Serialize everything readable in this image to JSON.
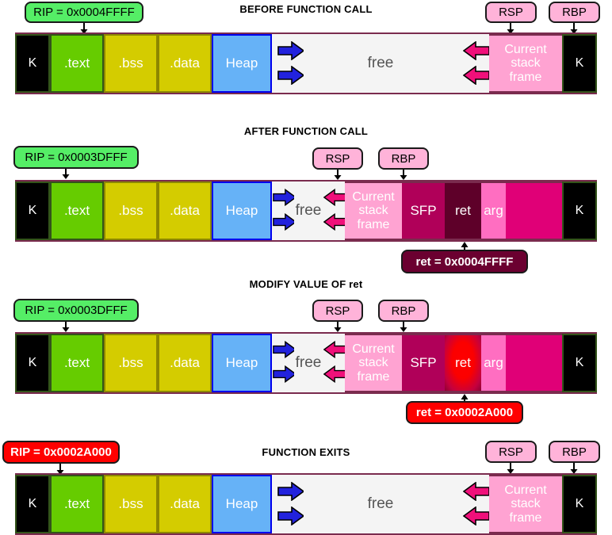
{
  "diagram": {
    "title_hidden": "Stack buffer overflow / return address overwrite memory layout",
    "segment_labels": {
      "kernel": "K",
      "text": ".text",
      "bss": ".bss",
      "data": ".data",
      "heap": "Heap",
      "free": "free",
      "current_stack_frame": "Current stack frame",
      "csf_line1": "Current",
      "csf_line2": "stack",
      "csf_line3": "frame",
      "sfp": "SFP",
      "ret": "ret",
      "arg": "arg"
    },
    "colors": {
      "kernel": "#000000",
      "text": "#66cc00",
      "bss_data": "#d4cc00",
      "heap": "#66b2f7",
      "free": "#f4f4f4",
      "current_stack_frame": "#ffa3d2",
      "sfp": "#b00059",
      "ret": "#5e0029",
      "ret_modified": "#ff0000",
      "arg": "#ff6ec1",
      "stack_rest": "#e00077",
      "register_badge": "#ffb3d9",
      "rip_badge": "#55ee66",
      "rip_badge_alert": "#ff0000",
      "arrow_blue": "#2222dd",
      "arrow_pink": "#f0107a",
      "border_purple": "#7a2b4e"
    },
    "icons": {
      "grow_up_arrow": "blue-right-arrow",
      "grow_down_arrow": "pink-left-arrow",
      "pointer": "down-arrow"
    }
  },
  "panels": [
    {
      "id": "before",
      "title": "BEFORE FUNCTION CALL",
      "rip": {
        "label": "RIP = 0x0004FFFF",
        "style": "green"
      },
      "rsp": {
        "label": "RSP"
      },
      "rbp": {
        "label": "RBP"
      },
      "note": null
    },
    {
      "id": "after",
      "title": "AFTER FUNCTION CALL",
      "rip": {
        "label": "RIP = 0x0003DFFF",
        "style": "green"
      },
      "rsp": {
        "label": "RSP"
      },
      "rbp": {
        "label": "RBP"
      },
      "note": {
        "label": "ret = 0x0004FFFF",
        "style": "darkred"
      }
    },
    {
      "id": "modify",
      "title": "MODIFY VALUE OF ret",
      "rip": {
        "label": "RIP = 0x0003DFFF",
        "style": "green"
      },
      "rsp": {
        "label": "RSP"
      },
      "rbp": {
        "label": "RBP"
      },
      "note": {
        "label": "ret = 0x0002A000",
        "style": "brightred"
      }
    },
    {
      "id": "exits",
      "title": "FUNCTION EXITS",
      "rip": {
        "label": "RIP = 0x0002A000",
        "style": "redbox"
      },
      "rsp": {
        "label": "RSP"
      },
      "rbp": {
        "label": "RBP"
      },
      "note": null
    }
  ]
}
